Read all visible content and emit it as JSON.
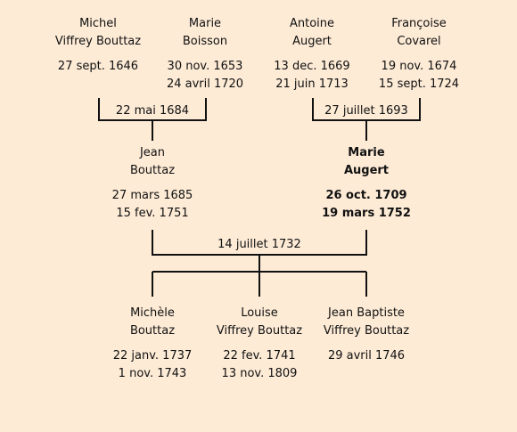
{
  "generation1": [
    {
      "first": "Michel",
      "last": "Viffrey Bouttaz",
      "birth": "27 sept. 1646",
      "death": ""
    },
    {
      "first": "Marie",
      "last": "Boisson",
      "birth": "30 nov. 1653",
      "death": "24 avril 1720"
    },
    {
      "first": "Antoine",
      "last": "Augert",
      "birth": "13 dec. 1669",
      "death": "21 juin 1713"
    },
    {
      "first": "Françoise",
      "last": "Covarel",
      "birth": "19 nov. 1674",
      "death": "15 sept. 1724"
    }
  ],
  "marriages1": [
    "22 mai 1684",
    "27 juillet 1693"
  ],
  "generation2": [
    {
      "first": "Jean",
      "last": "Bouttaz",
      "birth": "27 mars 1685",
      "death": "15 fev. 1751"
    },
    {
      "first": "Marie",
      "last": "Augert",
      "birth": "26 oct. 1709",
      "death": "19 mars 1752"
    }
  ],
  "marriage2": "14 juillet 1732",
  "children": [
    {
      "first": "Michèle",
      "last": "Bouttaz",
      "birth": "22 janv. 1737",
      "death": "1 nov. 1743"
    },
    {
      "first": "Louise",
      "last": "Viffrey Bouttaz",
      "birth": "22 fev. 1741",
      "death": "13 nov. 1809"
    },
    {
      "first": "Jean Baptiste",
      "last": "Viffrey Bouttaz",
      "birth": "29 avril 1746",
      "death": ""
    }
  ]
}
